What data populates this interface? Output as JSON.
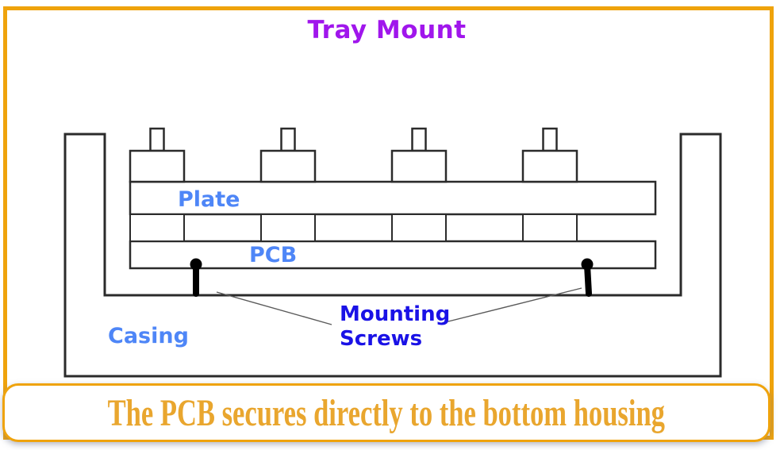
{
  "title": {
    "text": "Tray Mount"
  },
  "diagram": {
    "labels": {
      "plate": "Plate",
      "pcb": "PCB",
      "casing": "Casing",
      "mounting_line1": "Mounting",
      "mounting_line2": "Screws"
    },
    "switch_count": 4,
    "screw_count": 2
  },
  "caption": {
    "text": "The PCB secures directly to the bottom housing"
  },
  "colors": {
    "frame_orange": "#EFA30C",
    "title_purple": "#A016EC",
    "label_blue": "#4E86F7",
    "screw_label_blue": "#1A12E6",
    "caption_orange": "#E9A62E",
    "outline_dark": "#2B2B2B"
  }
}
